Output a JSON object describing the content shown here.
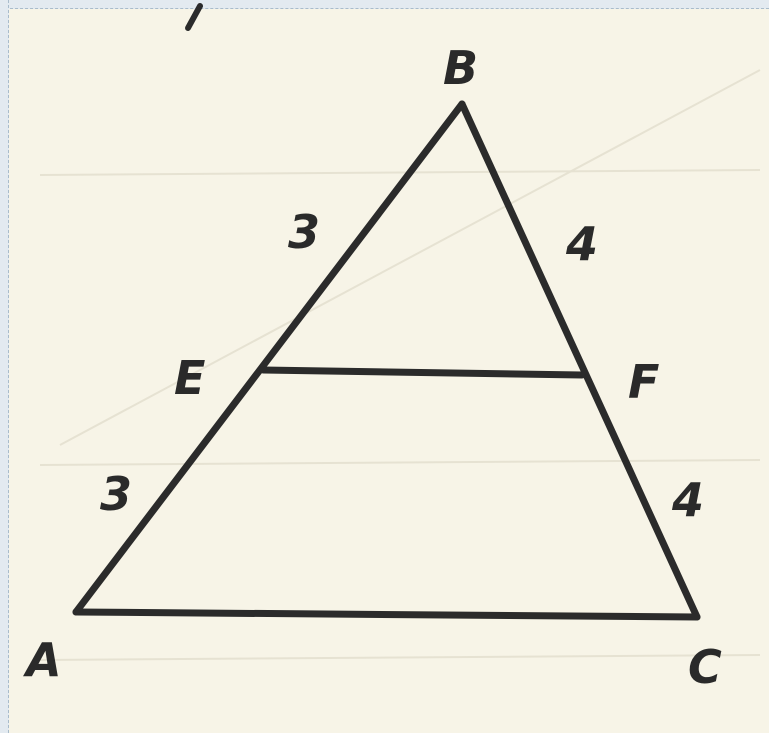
{
  "diagram": {
    "vertices": {
      "A": "A",
      "B": "B",
      "C": "C",
      "E": "E",
      "F": "F"
    },
    "segments": {
      "BE": "3",
      "EA": "3",
      "BF": "4",
      "FC": "4"
    }
  }
}
